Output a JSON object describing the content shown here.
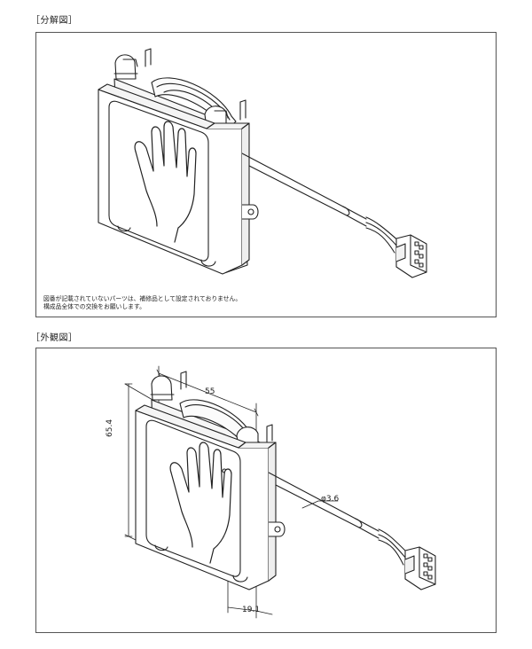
{
  "sections": {
    "exploded_title": "［分解図］",
    "exterior_title": "［外観図］"
  },
  "notes": {
    "line1": "図番が記載されていないパーツは、補修品として設定されておりません。",
    "line2": "構成品全体での交換をお願いします。"
  },
  "dimensions": {
    "width": "55",
    "height": "65.4",
    "depth": "19.1",
    "cable": "φ3.6"
  },
  "icons": {
    "panel": "hand-sensor-panel-icon",
    "hand": "hand-icon",
    "connector": "connector-icon"
  }
}
